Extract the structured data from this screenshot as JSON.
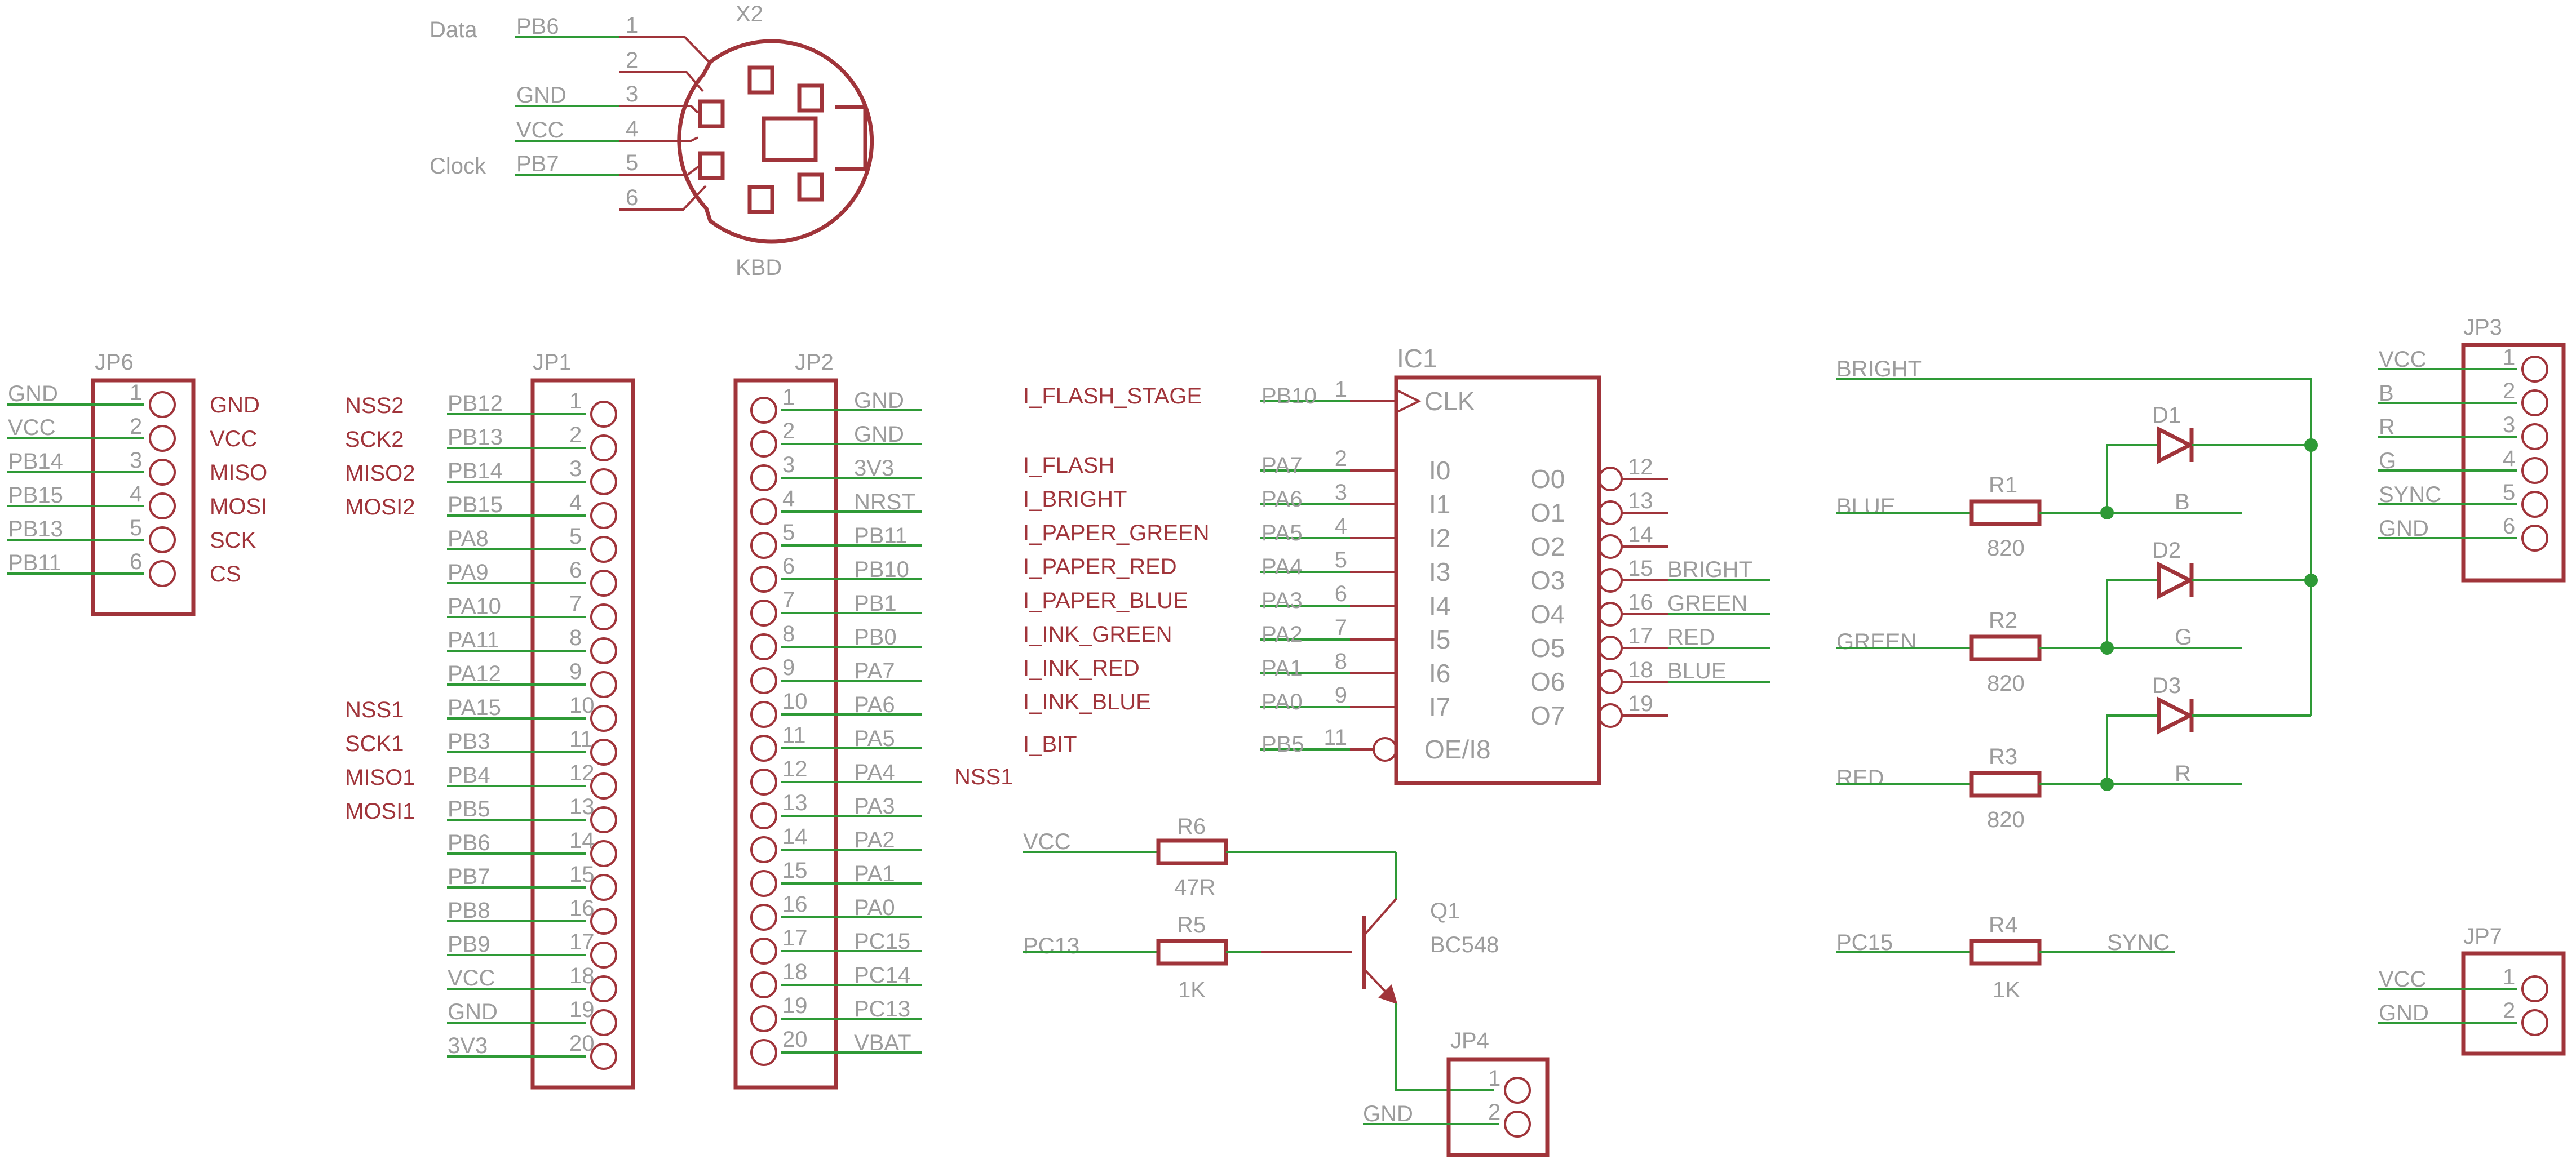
{
  "colors": {
    "symbol": "#a0343a",
    "wire": "#2e9a36",
    "label": "#9c9c9c",
    "net_label": "#a0343a",
    "background": "#ffffff"
  },
  "kbd": {
    "ref": "X2",
    "name": "KBD",
    "pins": [
      "1",
      "2",
      "3",
      "4",
      "5",
      "6"
    ],
    "nets": [
      "PB6",
      "",
      "GND",
      "VCC",
      "PB7",
      ""
    ],
    "side_labels": [
      "Data",
      "",
      "",
      "",
      "Clock",
      ""
    ]
  },
  "jp6": {
    "ref": "JP6",
    "pins": [
      "1",
      "2",
      "3",
      "4",
      "5",
      "6"
    ],
    "nets": [
      "GND",
      "VCC",
      "PB14",
      "PB15",
      "PB13",
      "PB11"
    ],
    "labels": [
      "GND",
      "VCC",
      "MISO",
      "MOSI",
      "SCK",
      "CS"
    ]
  },
  "jp1": {
    "ref": "JP1",
    "pins": [
      "1",
      "2",
      "3",
      "4",
      "5",
      "6",
      "7",
      "8",
      "9",
      "10",
      "11",
      "12",
      "13",
      "14",
      "15",
      "16",
      "17",
      "18",
      "19",
      "20"
    ],
    "nets": [
      "PB12",
      "PB13",
      "PB14",
      "PB15",
      "PA8",
      "PA9",
      "PA10",
      "PA11",
      "PA12",
      "PA15",
      "PB3",
      "PB4",
      "PB5",
      "PB6",
      "PB7",
      "PB8",
      "PB9",
      "VCC",
      "GND",
      "3V3"
    ],
    "labels": [
      "NSS2",
      "SCK2",
      "MISO2",
      "MOSI2",
      "",
      "",
      "",
      "",
      "",
      "NSS1",
      "SCK1",
      "MISO1",
      "MOSI1",
      "",
      "",
      "",
      "",
      "",
      "",
      ""
    ]
  },
  "jp2": {
    "ref": "JP2",
    "pins": [
      "1",
      "2",
      "3",
      "4",
      "5",
      "6",
      "7",
      "8",
      "9",
      "10",
      "11",
      "12",
      "13",
      "14",
      "15",
      "16",
      "17",
      "18",
      "19",
      "20"
    ],
    "nets": [
      "GND",
      "GND",
      "3V3",
      "NRST",
      "PB11",
      "PB10",
      "PB1",
      "PB0",
      "PA7",
      "PA6",
      "PA5",
      "PA4",
      "PA3",
      "PA2",
      "PA1",
      "PA0",
      "PC15",
      "PC14",
      "PC13",
      "VBAT"
    ],
    "labels": [
      "",
      "",
      "",
      "",
      "",
      "",
      "",
      "",
      "",
      "",
      "",
      "NSS1",
      "",
      "",
      "",
      "",
      "",
      "",
      "",
      ""
    ]
  },
  "ic1": {
    "ref": "IC1",
    "signals": [
      "I_FLASH_STAGE",
      "I_FLASH",
      "I_BRIGHT",
      "I_PAPER_GREEN",
      "I_PAPER_RED",
      "I_PAPER_BLUE",
      "I_INK_GREEN",
      "I_INK_RED",
      "I_INK_BLUE",
      "I_BIT"
    ],
    "left_nets": [
      "PB10",
      "PA7",
      "PA6",
      "PA5",
      "PA4",
      "PA3",
      "PA2",
      "PA1",
      "PA0",
      "PB5"
    ],
    "left_pins": [
      "1",
      "2",
      "3",
      "4",
      "5",
      "6",
      "7",
      "8",
      "9",
      "11"
    ],
    "left_names": [
      "CLK",
      "I0",
      "I1",
      "I2",
      "I3",
      "I4",
      "I5",
      "I6",
      "I7",
      "OE/I8"
    ],
    "right_pins": [
      "12",
      "13",
      "14",
      "15",
      "16",
      "17",
      "18",
      "19"
    ],
    "right_names": [
      "O0",
      "O1",
      "O2",
      "O3",
      "O4",
      "O5",
      "O6",
      "O7"
    ],
    "right_nets": [
      "",
      "",
      "",
      "BRIGHT",
      "GREEN",
      "RED",
      "BLUE",
      ""
    ]
  },
  "r6": {
    "ref": "R6",
    "value": "47R",
    "net": "VCC"
  },
  "r5": {
    "ref": "R5",
    "value": "1K",
    "net": "PC13"
  },
  "q1": {
    "ref": "Q1",
    "value": "BC548"
  },
  "jp4": {
    "ref": "JP4",
    "pins": [
      "1",
      "2"
    ],
    "net": "GND"
  },
  "rgb": {
    "bright_net": "BRIGHT",
    "rows": [
      {
        "diode": "D1",
        "net": "BLUE",
        "resistor": "R1",
        "value": "820",
        "out": "B"
      },
      {
        "diode": "D2",
        "net": "GREEN",
        "resistor": "R2",
        "value": "820",
        "out": "G"
      },
      {
        "diode": "D3",
        "net": "RED",
        "resistor": "R3",
        "value": "820",
        "out": "R"
      }
    ]
  },
  "r4": {
    "ref": "R4",
    "value": "1K",
    "in_net": "PC15",
    "out_net": "SYNC"
  },
  "jp3": {
    "ref": "JP3",
    "pins": [
      "1",
      "2",
      "3",
      "4",
      "5",
      "6"
    ],
    "nets": [
      "VCC",
      "B",
      "R",
      "G",
      "SYNC",
      "GND"
    ]
  },
  "jp7": {
    "ref": "JP7",
    "pins": [
      "1",
      "2"
    ],
    "nets": [
      "VCC",
      "GND"
    ]
  }
}
